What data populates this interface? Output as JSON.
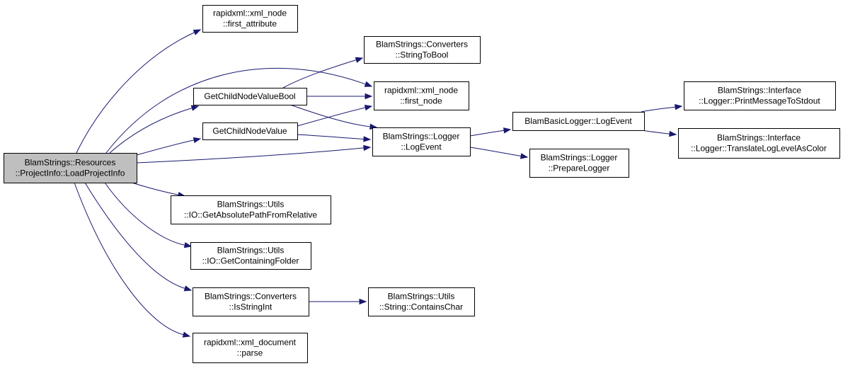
{
  "colors": {
    "edge": "#191970",
    "root_fill": "#bfbfbf",
    "node_fill": "#ffffff",
    "border": "#000000"
  },
  "nodes": [
    {
      "id": "root",
      "lines": [
        "BlamStrings::Resources",
        "::ProjectInfo::LoadProjectInfo"
      ]
    },
    {
      "id": "fattr",
      "lines": [
        "rapidxml::xml_node",
        "::first_attribute"
      ]
    },
    {
      "id": "stb",
      "lines": [
        "BlamStrings::Converters",
        "::StringToBool"
      ]
    },
    {
      "id": "gcnvb",
      "lines": [
        "GetChildNodeValueBool"
      ]
    },
    {
      "id": "fnode",
      "lines": [
        "rapidxml::xml_node",
        "::first_node"
      ]
    },
    {
      "id": "gcnv",
      "lines": [
        "GetChildNodeValue"
      ]
    },
    {
      "id": "slog",
      "lines": [
        "BlamStrings::Logger",
        "::LogEvent"
      ]
    },
    {
      "id": "bbl",
      "lines": [
        "BlamBasicLogger::LogEvent"
      ]
    },
    {
      "id": "prep",
      "lines": [
        "BlamStrings::Logger",
        "::PrepareLogger"
      ]
    },
    {
      "id": "pmts",
      "lines": [
        "BlamStrings::Interface",
        "::Logger::PrintMessageToStdout"
      ]
    },
    {
      "id": "tlla",
      "lines": [
        "BlamStrings::Interface",
        "::Logger::TranslateLogLevelAsColor"
      ]
    },
    {
      "id": "gapr",
      "lines": [
        "BlamStrings::Utils",
        "::IO::GetAbsolutePathFromRelative"
      ]
    },
    {
      "id": "gcf",
      "lines": [
        "BlamStrings::Utils",
        "::IO::GetContainingFolder"
      ]
    },
    {
      "id": "isi",
      "lines": [
        "BlamStrings::Converters",
        "::IsStringInt"
      ]
    },
    {
      "id": "cc",
      "lines": [
        "BlamStrings::Utils",
        "::String::ContainsChar"
      ]
    },
    {
      "id": "parse",
      "lines": [
        "rapidxml::xml_document",
        "::parse"
      ]
    }
  ],
  "edges": [
    {
      "from": "root",
      "to": "fattr"
    },
    {
      "from": "root",
      "to": "fnode"
    },
    {
      "from": "root",
      "to": "gcnvb"
    },
    {
      "from": "root",
      "to": "gcnv"
    },
    {
      "from": "root",
      "to": "slog"
    },
    {
      "from": "root",
      "to": "gapr"
    },
    {
      "from": "root",
      "to": "gcf"
    },
    {
      "from": "root",
      "to": "isi"
    },
    {
      "from": "root",
      "to": "parse"
    },
    {
      "from": "gcnvb",
      "to": "stb"
    },
    {
      "from": "gcnvb",
      "to": "fnode"
    },
    {
      "from": "gcnvb",
      "to": "slog"
    },
    {
      "from": "gcnv",
      "to": "fnode"
    },
    {
      "from": "gcnv",
      "to": "slog"
    },
    {
      "from": "slog",
      "to": "bbl"
    },
    {
      "from": "slog",
      "to": "prep"
    },
    {
      "from": "bbl",
      "to": "pmts"
    },
    {
      "from": "bbl",
      "to": "tlla"
    },
    {
      "from": "isi",
      "to": "cc"
    }
  ]
}
